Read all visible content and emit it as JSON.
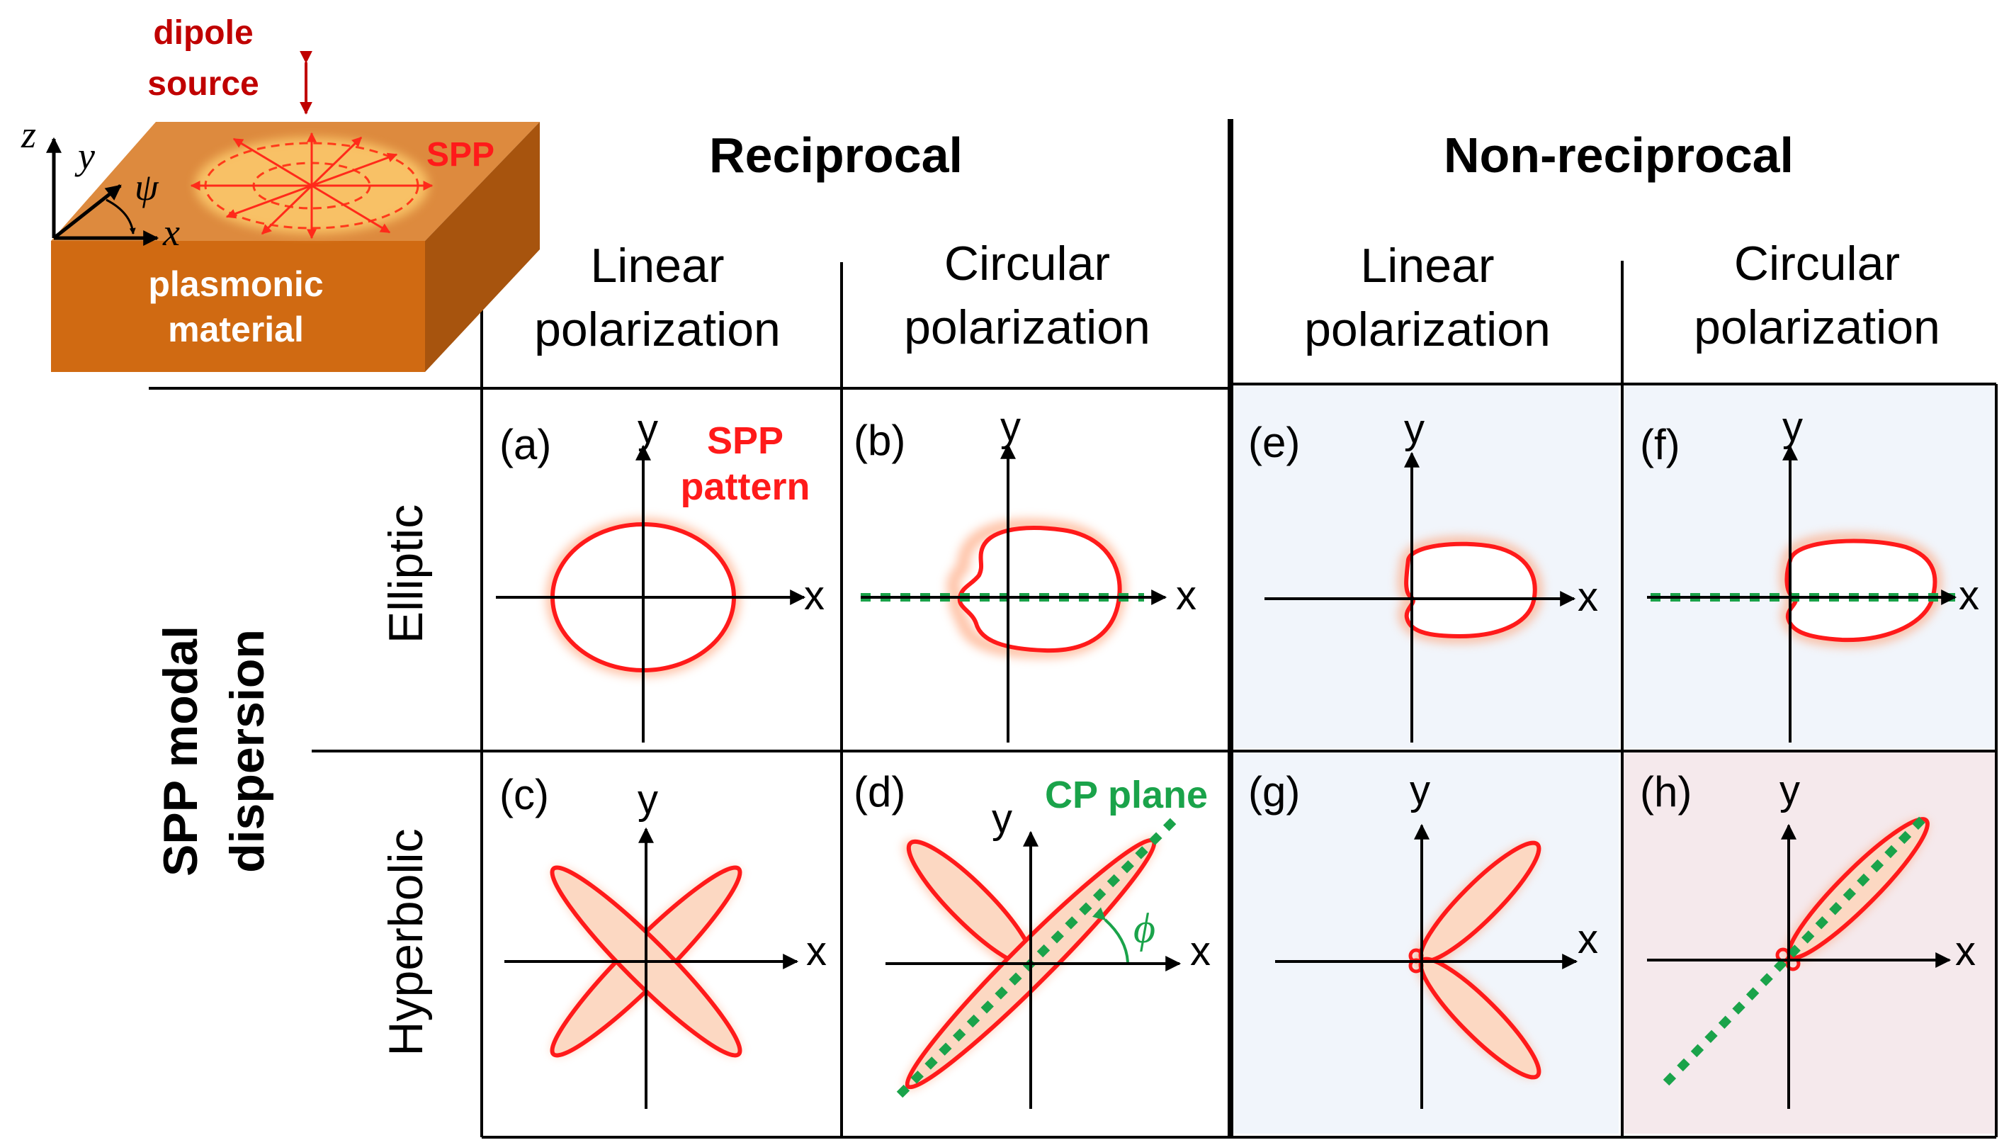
{
  "inset": {
    "dipole_label_1": "dipole",
    "dipole_label_2": "source",
    "spp_label": "SPP",
    "material_label_1": "plasmonic",
    "material_label_2": "material",
    "axis_z": "z",
    "axis_y": "y",
    "axis_x": "x",
    "angle_psi": "ψ"
  },
  "headers": {
    "reciprocal": "Reciprocal",
    "non_reciprocal": "Non-reciprocal",
    "col1_line1": "Linear",
    "col1_line2": "polarization",
    "col2_line1": "Circular",
    "col2_line2": "polarization",
    "col3_line1": "Linear",
    "col3_line2": "polarization",
    "col4_line1": "Circular",
    "col4_line2": "polarization"
  },
  "rows": {
    "group_line1": "SPP modal",
    "group_line2": "dispersion",
    "row1": "Elliptic",
    "row2": "Hyperbolic"
  },
  "panels": {
    "a": "(a)",
    "b": "(b)",
    "c": "(c)",
    "d": "(d)",
    "e": "(e)",
    "f": "(f)",
    "g": "(g)",
    "h": "(h)",
    "axis_x": "x",
    "axis_y": "y",
    "spp_pattern_1": "SPP",
    "spp_pattern_2": "pattern",
    "cp_plane": "CP plane",
    "phi": "ϕ"
  },
  "colors": {
    "pattern_red": "#ff1a1a",
    "glow_orange": "#ffb27a",
    "cp_green": "#1aa34a",
    "dark_red_text": "#c00000",
    "bg_blue": "#f1f5fb",
    "bg_pink": "#f5e9ec",
    "slab_top": "#dd8a3e",
    "slab_front": "#d06a12",
    "slab_side": "#a7540e"
  }
}
